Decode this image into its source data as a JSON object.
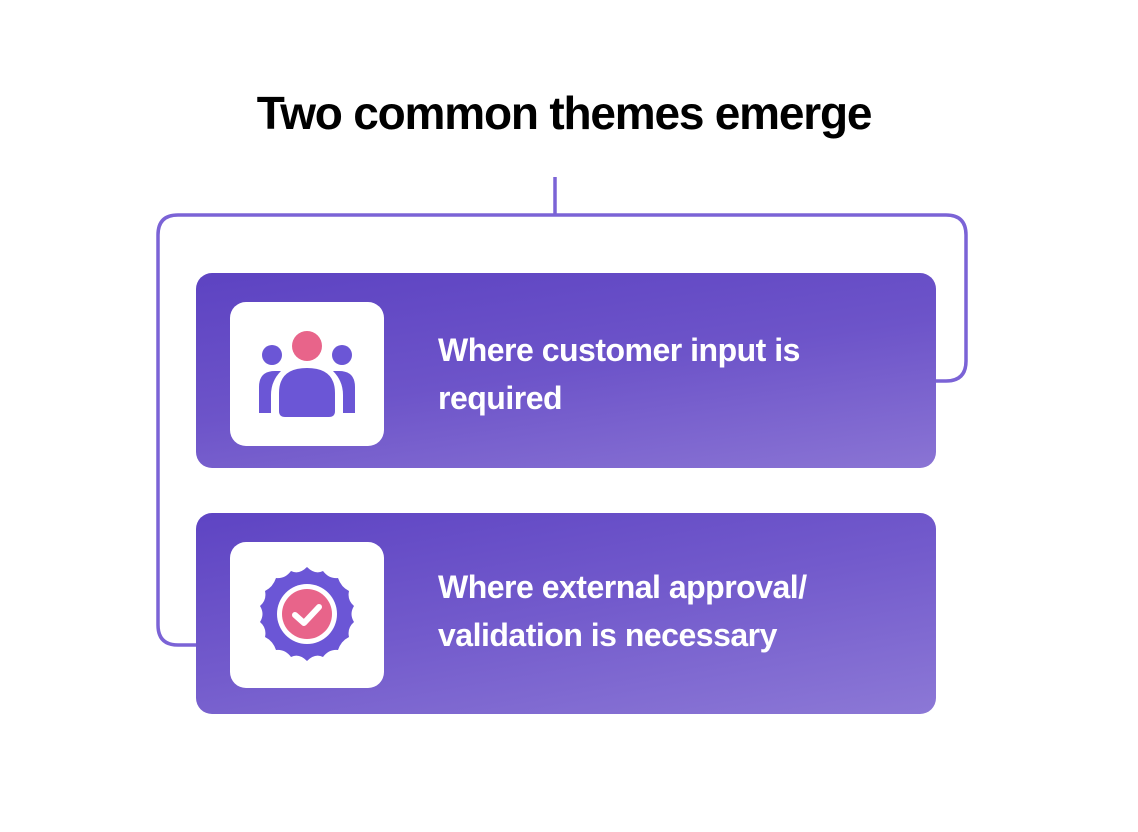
{
  "title": "Two common themes emerge",
  "colors": {
    "connector": "#7b63d6",
    "card_gradient_top": "#5d43c2",
    "card_gradient_bottom": "#8a74d4",
    "icon_purple": "#6b56d6",
    "icon_pink": "#e8648a",
    "title_text": "#000000",
    "card_text": "#ffffff"
  },
  "themes": [
    {
      "icon": "people-group-icon",
      "label": "Where customer input is required"
    },
    {
      "icon": "verified-badge-check-icon",
      "label": "Where external approval/ validation is necessary"
    }
  ]
}
